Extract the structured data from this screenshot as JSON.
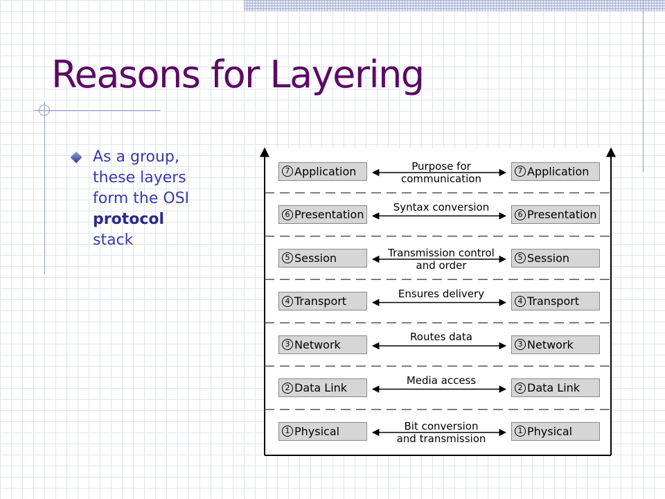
{
  "slide": {
    "title": "Reasons for Layering",
    "bullet": {
      "text_before": "As a group, these layers form the OSI",
      "bold": "protocol",
      "text_after": "stack"
    }
  },
  "diagram": {
    "layers": [
      {
        "number": "7",
        "name": "Application",
        "function": [
          "Purpose for",
          "communication"
        ]
      },
      {
        "number": "6",
        "name": "Presentation",
        "function": [
          "Syntax conversion"
        ]
      },
      {
        "number": "5",
        "name": "Session",
        "function": [
          "Transmission control",
          "and order"
        ]
      },
      {
        "number": "4",
        "name": "Transport",
        "function": [
          "Ensures delivery"
        ]
      },
      {
        "number": "3",
        "name": "Network",
        "function": [
          "Routes data"
        ]
      },
      {
        "number": "2",
        "name": "Data Link",
        "function": [
          "Media access"
        ]
      },
      {
        "number": "1",
        "name": "Physical",
        "function": [
          "Bit conversion",
          "and transmission"
        ]
      }
    ]
  },
  "colors": {
    "title": "#5b0a63",
    "bullet_text": "#3a3aa8",
    "layer_box": "#d6d6d6"
  }
}
